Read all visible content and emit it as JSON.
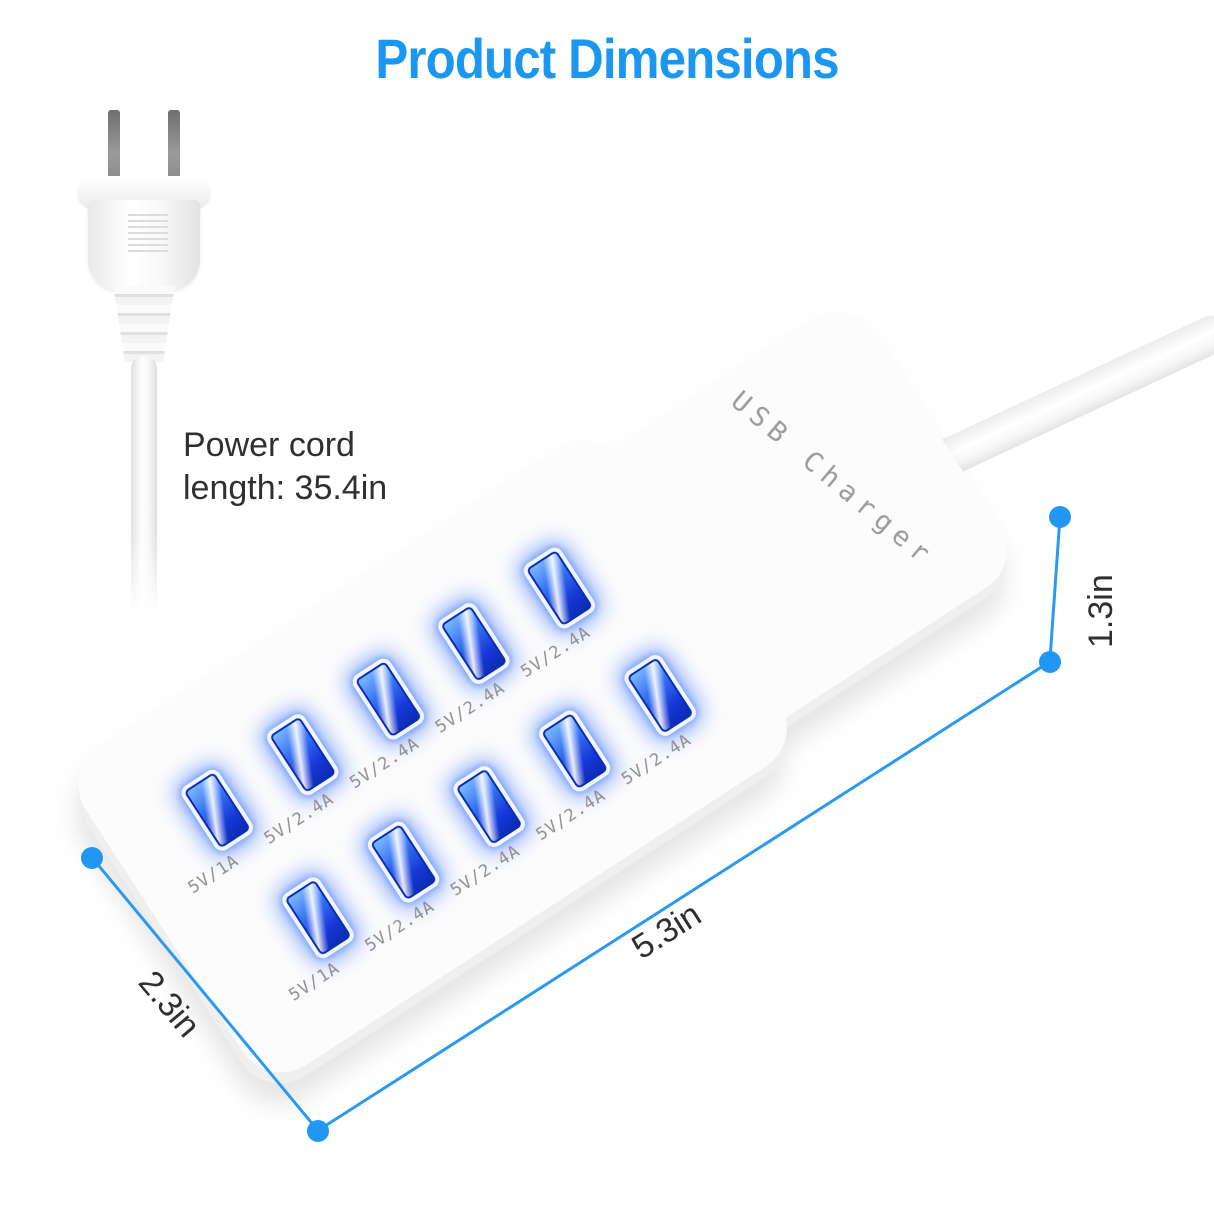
{
  "title": "Product Dimensions",
  "colors": {
    "accent_blue": "#2196f3",
    "port_blue": "#1638d8",
    "title_blue": "#1b97f1"
  },
  "annotations": {
    "power_cord_note": "Power cord length: 35.4in",
    "dim_height": "1.3in",
    "dim_length": "5.3in",
    "dim_width": "2.3in"
  },
  "charger": {
    "brand_text": "USB Charger",
    "ports": [
      {
        "label": "5V/1A"
      },
      {
        "label": "5V/2.4A"
      },
      {
        "label": "5V/2.4A"
      },
      {
        "label": "5V/2.4A"
      },
      {
        "label": "5V/2.4A"
      },
      {
        "label": "5V/1A"
      },
      {
        "label": "5V/2.4A"
      },
      {
        "label": "5V/2.4A"
      },
      {
        "label": "5V/2.4A"
      },
      {
        "label": "5V/2.4A"
      }
    ]
  }
}
